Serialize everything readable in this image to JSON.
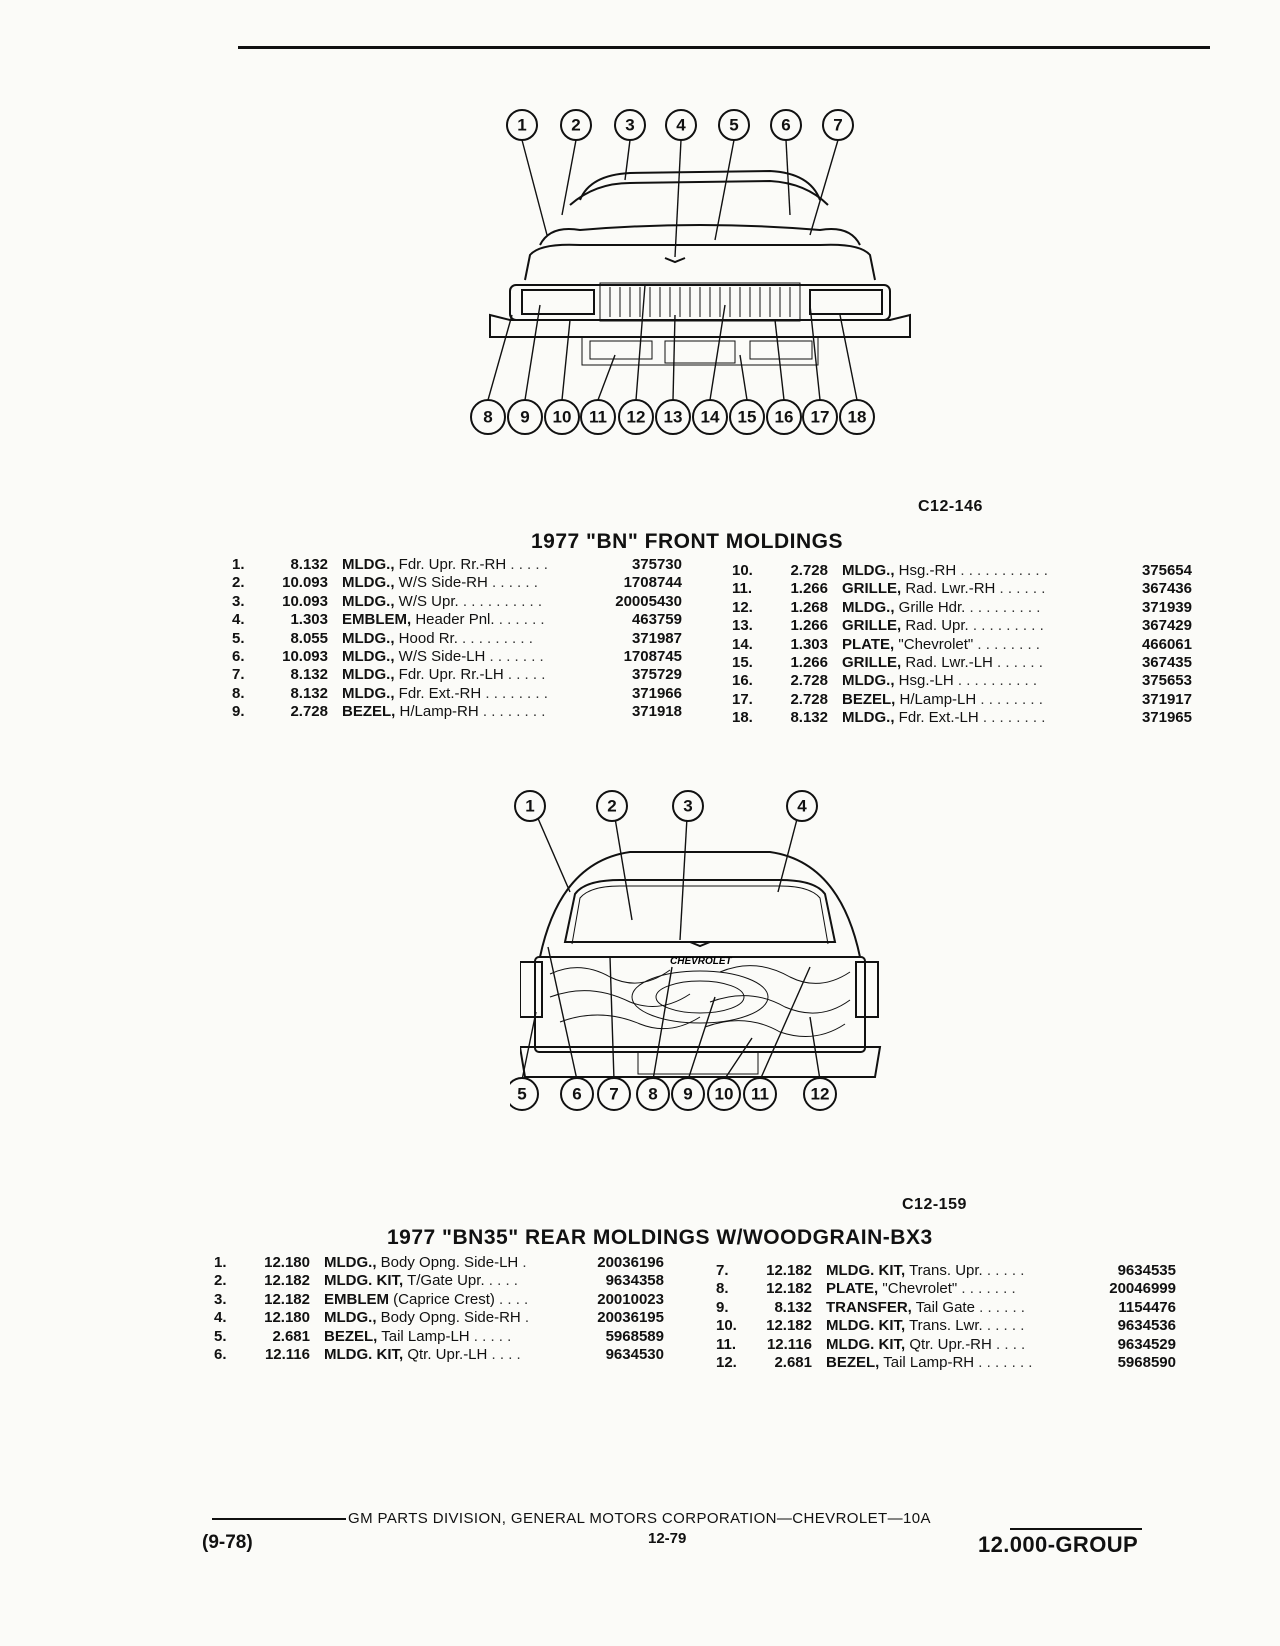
{
  "front": {
    "figure_code": "C12-146",
    "title": "1977 \"BN\" FRONT MOLDINGS",
    "callouts_top": [
      "1",
      "2",
      "3",
      "4",
      "5",
      "6",
      "7"
    ],
    "callouts_bottom": [
      "8",
      "9",
      "10",
      "11",
      "12",
      "13",
      "14",
      "15",
      "16",
      "17",
      "18"
    ],
    "parts_left": [
      {
        "num": "1.",
        "group": "8.132",
        "name": "MLDG.,",
        "desc": "Fdr. Upr. Rr.-RH",
        "pn": "375730"
      },
      {
        "num": "2.",
        "group": "10.093",
        "name": "MLDG.,",
        "desc": "W/S Side-RH",
        "pn": "1708744"
      },
      {
        "num": "3.",
        "group": "10.093",
        "name": "MLDG.,",
        "desc": "W/S Upr.",
        "pn": "20005430"
      },
      {
        "num": "4.",
        "group": "1.303",
        "name": "EMBLEM,",
        "desc": "Header Pnl.",
        "pn": "463759"
      },
      {
        "num": "5.",
        "group": "8.055",
        "name": "MLDG.,",
        "desc": "Hood Rr.",
        "pn": "371987"
      },
      {
        "num": "6.",
        "group": "10.093",
        "name": "MLDG.,",
        "desc": "W/S Side-LH",
        "pn": "1708745"
      },
      {
        "num": "7.",
        "group": "8.132",
        "name": "MLDG.,",
        "desc": "Fdr. Upr. Rr.-LH",
        "pn": "375729"
      },
      {
        "num": "8.",
        "group": "8.132",
        "name": "MLDG.,",
        "desc": "Fdr. Ext.-RH",
        "pn": "371966"
      },
      {
        "num": "9.",
        "group": "2.728",
        "name": "BEZEL,",
        "desc": "H/Lamp-RH",
        "pn": "371918"
      }
    ],
    "parts_right": [
      {
        "num": "10.",
        "group": "2.728",
        "name": "MLDG.,",
        "desc": "Hsg.-RH",
        "pn": "375654"
      },
      {
        "num": "11.",
        "group": "1.266",
        "name": "GRILLE,",
        "desc": "Rad. Lwr.-RH",
        "pn": "367436"
      },
      {
        "num": "12.",
        "group": "1.268",
        "name": "MLDG.,",
        "desc": "Grille Hdr.",
        "pn": "371939"
      },
      {
        "num": "13.",
        "group": "1.266",
        "name": "GRILLE,",
        "desc": "Rad. Upr.",
        "pn": "367429"
      },
      {
        "num": "14.",
        "group": "1.303",
        "name": "PLATE,",
        "desc": "\"Chevrolet\"",
        "pn": "466061"
      },
      {
        "num": "15.",
        "group": "1.266",
        "name": "GRILLE,",
        "desc": "Rad. Lwr.-LH",
        "pn": "367435"
      },
      {
        "num": "16.",
        "group": "2.728",
        "name": "MLDG.,",
        "desc": "Hsg.-LH",
        "pn": "375653"
      },
      {
        "num": "17.",
        "group": "2.728",
        "name": "BEZEL,",
        "desc": "H/Lamp-LH",
        "pn": "371917"
      },
      {
        "num": "18.",
        "group": "8.132",
        "name": "MLDG.,",
        "desc": "Fdr. Ext.-LH",
        "pn": "371965"
      }
    ]
  },
  "rear": {
    "figure_code": "C12-159",
    "title": "1977 \"BN35\" REAR MOLDINGS W/WOODGRAIN-BX3",
    "callouts_top": [
      "1",
      "2",
      "3",
      "4"
    ],
    "callouts_bottom": [
      "5",
      "6",
      "7",
      "8",
      "9",
      "10",
      "11",
      "12"
    ],
    "badge_text": "CHEVROLET",
    "parts_left": [
      {
        "num": "1.",
        "group": "12.180",
        "name": "MLDG.,",
        "desc": "Body Opng. Side-LH",
        "pn": "20036196"
      },
      {
        "num": "2.",
        "group": "12.182",
        "name": "MLDG. KIT,",
        "desc": "T/Gate Upr.",
        "pn": "9634358"
      },
      {
        "num": "3.",
        "group": "12.182",
        "name": "EMBLEM",
        "desc": "(Caprice Crest)",
        "pn": "20010023"
      },
      {
        "num": "4.",
        "group": "12.180",
        "name": "MLDG.,",
        "desc": "Body Opng. Side-RH",
        "pn": "20036195"
      },
      {
        "num": "5.",
        "group": "2.681",
        "name": "BEZEL,",
        "desc": "Tail Lamp-LH",
        "pn": "5968589"
      },
      {
        "num": "6.",
        "group": "12.116",
        "name": "MLDG. KIT,",
        "desc": "Qtr. Upr.-LH",
        "pn": "9634530"
      }
    ],
    "parts_right": [
      {
        "num": "7.",
        "group": "12.182",
        "name": "MLDG. KIT,",
        "desc": "Trans. Upr.",
        "pn": "9634535"
      },
      {
        "num": "8.",
        "group": "12.182",
        "name": "PLATE,",
        "desc": "\"Chevrolet\"",
        "pn": "20046999"
      },
      {
        "num": "9.",
        "group": "8.132",
        "name": "TRANSFER,",
        "desc": "Tail Gate",
        "pn": "1154476"
      },
      {
        "num": "10.",
        "group": "12.182",
        "name": "MLDG. KIT,",
        "desc": "Trans. Lwr.",
        "pn": "9634536"
      },
      {
        "num": "11.",
        "group": "12.116",
        "name": "MLDG. KIT,",
        "desc": "Qtr. Upr.-RH",
        "pn": "9634529"
      },
      {
        "num": "12.",
        "group": "2.681",
        "name": "BEZEL,",
        "desc": "Tail Lamp-RH",
        "pn": "5968590"
      }
    ]
  },
  "footer": {
    "center": "GM PARTS DIVISION, GENERAL MOTORS CORPORATION—CHEVROLET—10A",
    "date": "(9-78)",
    "page": "12-79",
    "group": "12.000-GROUP"
  }
}
